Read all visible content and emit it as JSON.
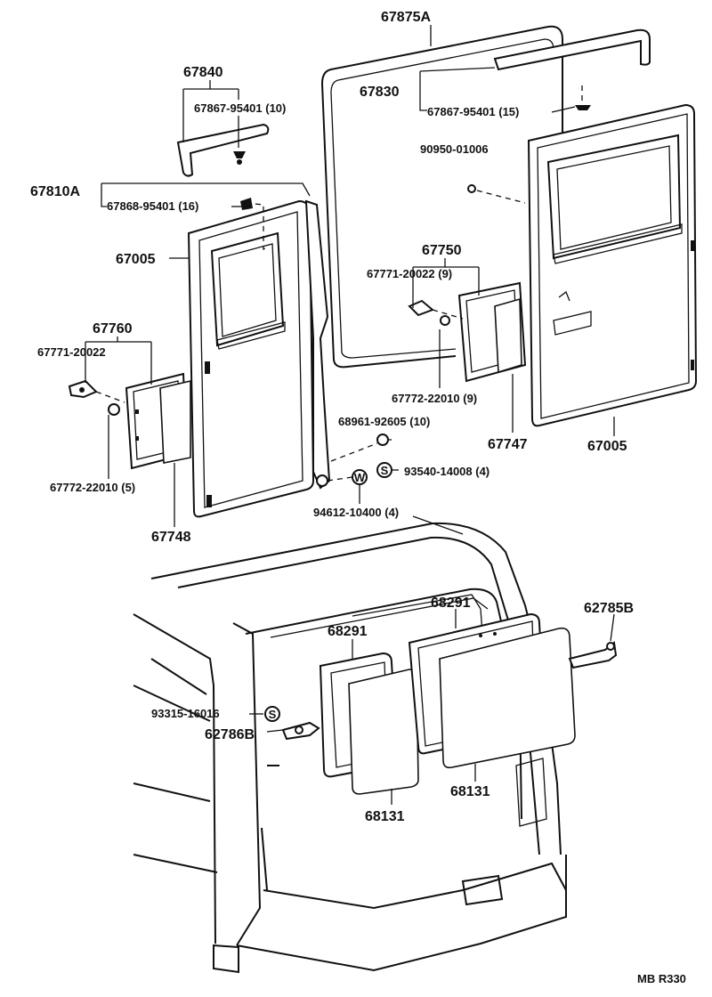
{
  "callouts": {
    "p67875A": "67875A",
    "p67840": "67840",
    "p67867_left": "67867-95401 (10)",
    "p67830": "67830",
    "p67867_right": "67867-95401 (15)",
    "p90950": "90950-01006",
    "p67810A": "67810A",
    "p67868": "67868-95401 (16)",
    "p67005_left": "67005",
    "p67750": "67750",
    "p67771_right": "67771-20022 (9)",
    "p67760": "67760",
    "p67771_left": "67771-20022",
    "p67772_right": "67772-22010 (9)",
    "p67747": "67747",
    "p67005_right": "67005",
    "p68961": "68961-92605 (10)",
    "p93540": "93540-14008 (4)",
    "p67772_left": "67772-22010 (5)",
    "p67748": "67748",
    "p94612": "94612-10400 (4)",
    "p68291_right": "68291",
    "p62785B": "62785B",
    "p68291_left": "68291",
    "p93315": "93315-16016",
    "p62786B": "62786B",
    "p68131_right": "68131",
    "p68131_left": "68131"
  },
  "symbols": {
    "s_mark": "S",
    "w_mark": "W"
  },
  "footer": {
    "code": "MB R330"
  }
}
